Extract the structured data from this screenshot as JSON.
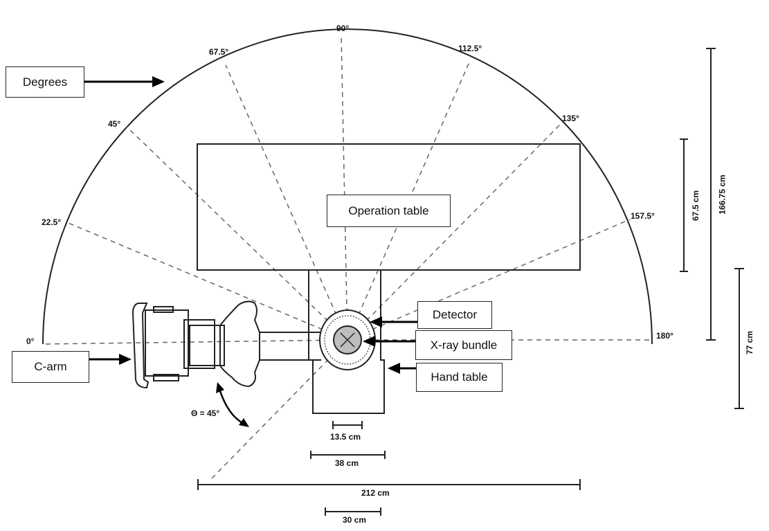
{
  "labels": {
    "degrees": "Degrees",
    "operation_table": "Operation table",
    "c_arm": "C-arm",
    "detector": "Detector",
    "xray_bundle": "X-ray bundle",
    "hand_table": "Hand table"
  },
  "angles": [
    "0°",
    "22.5°",
    "45°",
    "67.5°",
    "90°",
    "112.5°",
    "135°",
    "157.5°",
    "180°"
  ],
  "theta": "Θ = 45°",
  "dimensions": {
    "d_13_5": "13.5 cm",
    "d_38": "38 cm",
    "d_212": "212 cm",
    "d_30": "30 cm",
    "d_67_5": "67.5 cm",
    "d_166_75": "166.75 cm",
    "d_77": "77 cm"
  }
}
